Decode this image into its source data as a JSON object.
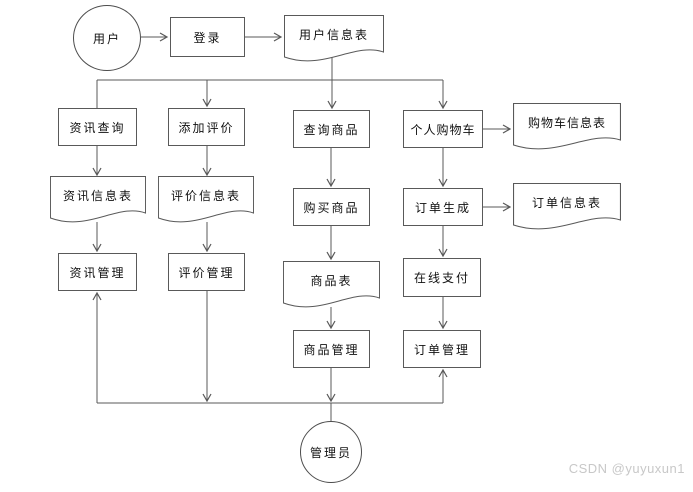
{
  "diagram": {
    "type": "flowchart",
    "nodes": {
      "user": {
        "label": "用户",
        "shape": "circle"
      },
      "login": {
        "label": "登录",
        "shape": "rect"
      },
      "user_info_table": {
        "label": "用户信息表",
        "shape": "document"
      },
      "info_query": {
        "label": "资讯查询",
        "shape": "rect"
      },
      "add_review": {
        "label": "添加评价",
        "shape": "rect"
      },
      "query_goods": {
        "label": "查询商品",
        "shape": "rect"
      },
      "personal_cart": {
        "label": "个人购物车",
        "shape": "rect"
      },
      "cart_info_table": {
        "label": "购物车信息表",
        "shape": "document"
      },
      "info_table": {
        "label": "资讯信息表",
        "shape": "document"
      },
      "review_table": {
        "label": "评价信息表",
        "shape": "document"
      },
      "buy_goods": {
        "label": "购买商品",
        "shape": "rect"
      },
      "order_generate": {
        "label": "订单生成",
        "shape": "rect"
      },
      "order_info_table": {
        "label": "订单信息表",
        "shape": "document"
      },
      "info_mgmt": {
        "label": "资讯管理",
        "shape": "rect"
      },
      "review_mgmt": {
        "label": "评价管理",
        "shape": "rect"
      },
      "goods_table": {
        "label": "商品表",
        "shape": "document"
      },
      "online_payment": {
        "label": "在线支付",
        "shape": "rect"
      },
      "goods_mgmt": {
        "label": "商品管理",
        "shape": "rect"
      },
      "order_mgmt": {
        "label": "订单管理",
        "shape": "rect"
      },
      "admin": {
        "label": "管理员",
        "shape": "circle"
      }
    },
    "edges": [
      {
        "from": "user",
        "to": "login",
        "arrow": true
      },
      {
        "from": "login",
        "to": "user_info_table",
        "arrow": true
      },
      {
        "from": "user_info_table",
        "to": "info_query",
        "arrow": false
      },
      {
        "from": "user_info_table",
        "to": "add_review",
        "arrow": true
      },
      {
        "from": "user_info_table",
        "to": "query_goods",
        "arrow": true
      },
      {
        "from": "user_info_table",
        "to": "personal_cart",
        "arrow": true
      },
      {
        "from": "info_query",
        "to": "info_table",
        "arrow": true
      },
      {
        "from": "info_table",
        "to": "info_mgmt",
        "arrow": true
      },
      {
        "from": "admin",
        "to": "info_mgmt",
        "arrow": true
      },
      {
        "from": "add_review",
        "to": "review_table",
        "arrow": true
      },
      {
        "from": "review_table",
        "to": "review_mgmt",
        "arrow": true
      },
      {
        "from": "review_mgmt",
        "to": "admin",
        "arrow": true
      },
      {
        "from": "query_goods",
        "to": "buy_goods",
        "arrow": true
      },
      {
        "from": "buy_goods",
        "to": "goods_table",
        "arrow": true
      },
      {
        "from": "goods_table",
        "to": "goods_mgmt",
        "arrow": true
      },
      {
        "from": "goods_mgmt",
        "to": "admin",
        "arrow": true
      },
      {
        "from": "personal_cart",
        "to": "cart_info_table",
        "arrow": true
      },
      {
        "from": "personal_cart",
        "to": "order_generate",
        "arrow": true
      },
      {
        "from": "order_generate",
        "to": "order_info_table",
        "arrow": true
      },
      {
        "from": "order_generate",
        "to": "online_payment",
        "arrow": true
      },
      {
        "from": "online_payment",
        "to": "order_mgmt",
        "arrow": true
      },
      {
        "from": "admin",
        "to": "order_mgmt",
        "arrow": true
      }
    ]
  },
  "colors": {
    "stroke": "#595959",
    "text": "#111111",
    "background": "#ffffff",
    "watermark": "#c8c8c8"
  },
  "watermark": {
    "text": "CSDN @yuyuxun1"
  }
}
